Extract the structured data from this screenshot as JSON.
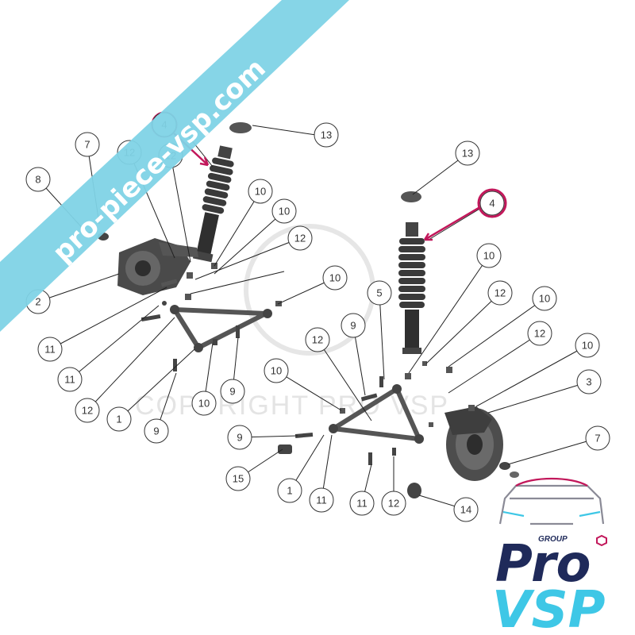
{
  "banner": {
    "text": "pro-piece-vsp.com"
  },
  "watermark": {
    "text": "COPYRIGHT PRO VSP"
  },
  "logo": {
    "group": "GROUP",
    "line1": "Pro",
    "line2": "VSP"
  },
  "colors": {
    "banner": "#7fd3e6",
    "highlight": "#c2185b",
    "logo_navy": "#1f2a5a",
    "logo_cyan": "#3ec7e6",
    "part_dark": "#3a3a3a"
  },
  "callouts": [
    {
      "id": "c-13a",
      "label": "13"
    },
    {
      "id": "c-4a",
      "label": "4"
    },
    {
      "id": "c-7a",
      "label": "7"
    },
    {
      "id": "c-12a",
      "label": "12"
    },
    {
      "id": "c-8",
      "label": "8"
    },
    {
      "id": "c-12b",
      "label": "12"
    },
    {
      "id": "c-10a",
      "label": "10"
    },
    {
      "id": "c-10b",
      "label": "10"
    },
    {
      "id": "c-12c",
      "label": "12"
    },
    {
      "id": "c-2",
      "label": "2"
    },
    {
      "id": "c-10c",
      "label": "10"
    },
    {
      "id": "c-11a",
      "label": "11"
    },
    {
      "id": "c-11b",
      "label": "11"
    },
    {
      "id": "c-12d",
      "label": "12"
    },
    {
      "id": "c-1a",
      "label": "1"
    },
    {
      "id": "c-9a",
      "label": "9"
    },
    {
      "id": "c-10d",
      "label": "10"
    },
    {
      "id": "c-9b",
      "label": "9"
    },
    {
      "id": "c-13b",
      "label": "13"
    },
    {
      "id": "c-4b",
      "label": "4"
    },
    {
      "id": "c-10e",
      "label": "10"
    },
    {
      "id": "c-12e",
      "label": "12"
    },
    {
      "id": "c-10f",
      "label": "10"
    },
    {
      "id": "c-5",
      "label": "5"
    },
    {
      "id": "c-9c",
      "label": "9"
    },
    {
      "id": "c-12f",
      "label": "12"
    },
    {
      "id": "c-12g",
      "label": "12"
    },
    {
      "id": "c-10g",
      "label": "10"
    },
    {
      "id": "c-10h",
      "label": "10"
    },
    {
      "id": "c-3",
      "label": "3"
    },
    {
      "id": "c-9d",
      "label": "9"
    },
    {
      "id": "c-15",
      "label": "15"
    },
    {
      "id": "c-1b",
      "label": "1"
    },
    {
      "id": "c-11c",
      "label": "11"
    },
    {
      "id": "c-11d",
      "label": "11"
    },
    {
      "id": "c-12h",
      "label": "12"
    },
    {
      "id": "c-7b",
      "label": "7"
    },
    {
      "id": "c-14",
      "label": "14"
    }
  ]
}
